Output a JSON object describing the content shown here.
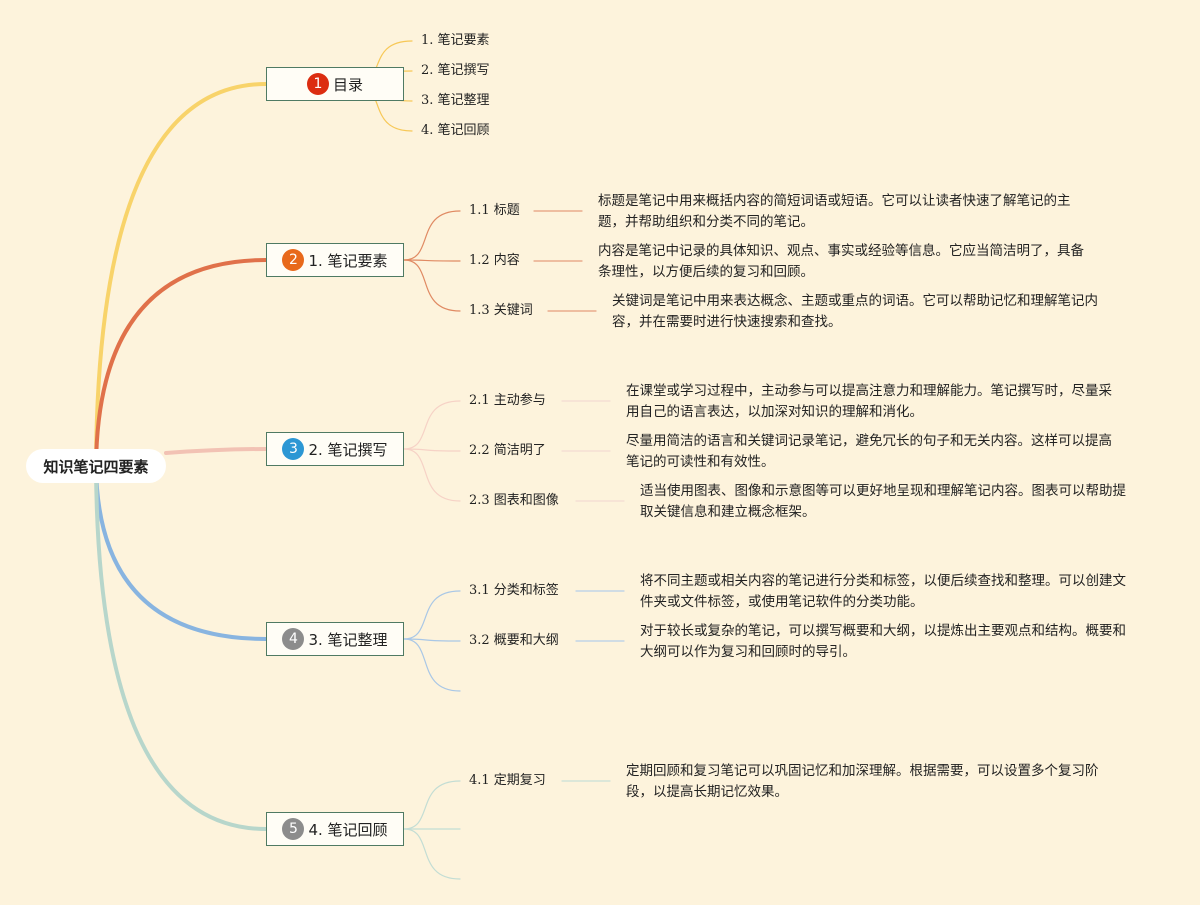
{
  "root": {
    "label": "知识笔记四要素"
  },
  "branches": [
    {
      "label": "目录",
      "number": "1",
      "badge_color": "#dc2d10"
    },
    {
      "label": "1. 笔记要素",
      "number": "2",
      "badge_color": "#e8691b"
    },
    {
      "label": "2. 笔记撰写",
      "number": "3",
      "badge_color": "#2c97d4"
    },
    {
      "label": "3. 笔记整理",
      "number": "4",
      "badge_color": "#8c8c8c"
    },
    {
      "label": "4. 笔记回顾",
      "number": "5",
      "badge_color": "#8c8c8c"
    }
  ],
  "toc": [
    "1. 笔记要素",
    "2. 笔记撰写",
    "3. 笔记整理",
    "4. 笔记回顾"
  ],
  "elements": [
    {
      "label": "1.1 标题",
      "desc": "标题是笔记中用来概括内容的简短词语或短语。它可以让读者快速了解笔记的主题，并帮助组织和分类不同的笔记。"
    },
    {
      "label": "1.2 内容",
      "desc": "内容是笔记中记录的具体知识、观点、事实或经验等信息。它应当简洁明了，具备条理性，以方便后续的复习和回顾。"
    },
    {
      "label": "1.3 关键词",
      "desc": "关键词是笔记中用来表达概念、主题或重点的词语。它可以帮助记忆和理解笔记内容，并在需要时进行快速搜索和查找。"
    }
  ],
  "writing": [
    {
      "label": "2.1 主动参与",
      "desc": "在课堂或学习过程中，主动参与可以提高注意力和理解能力。笔记撰写时，尽量采用自己的语言表达，以加深对知识的理解和消化。"
    },
    {
      "label": "2.2 简洁明了",
      "desc": "尽量用简洁的语言和关键词记录笔记，避免冗长的句子和无关内容。这样可以提高笔记的可读性和有效性。"
    },
    {
      "label": "2.3 图表和图像",
      "desc": "适当使用图表、图像和示意图等可以更好地呈现和理解笔记内容。图表可以帮助提取关键信息和建立概念框架。"
    }
  ],
  "organizing": [
    {
      "label": "3.1 分类和标签",
      "desc": "将不同主题或相关内容的笔记进行分类和标签，以便后续查找和整理。可以创建文件夹或文件标签，或使用笔记软件的分类功能。"
    },
    {
      "label": "3.2 概要和大纲",
      "desc": "对于较长或复杂的笔记，可以撰写概要和大纲，以提炼出主要观点和结构。概要和大纲可以作为复习和回顾时的导引。"
    }
  ],
  "review": [
    {
      "label": "4.1 定期复习",
      "desc": "定期回顾和复习笔记可以巩固记忆和加深理解。根据需要，可以设置多个复习阶段，以提高长期记忆效果。"
    }
  ],
  "colors": {
    "background": "#fdf3dc",
    "branch1": "#f8d36a",
    "branch2": "#e0714a",
    "branch3": "#f2c2b4",
    "branch4": "#88b4e0",
    "branch5": "#b7d6cb",
    "node_border": "#4f7a63"
  }
}
